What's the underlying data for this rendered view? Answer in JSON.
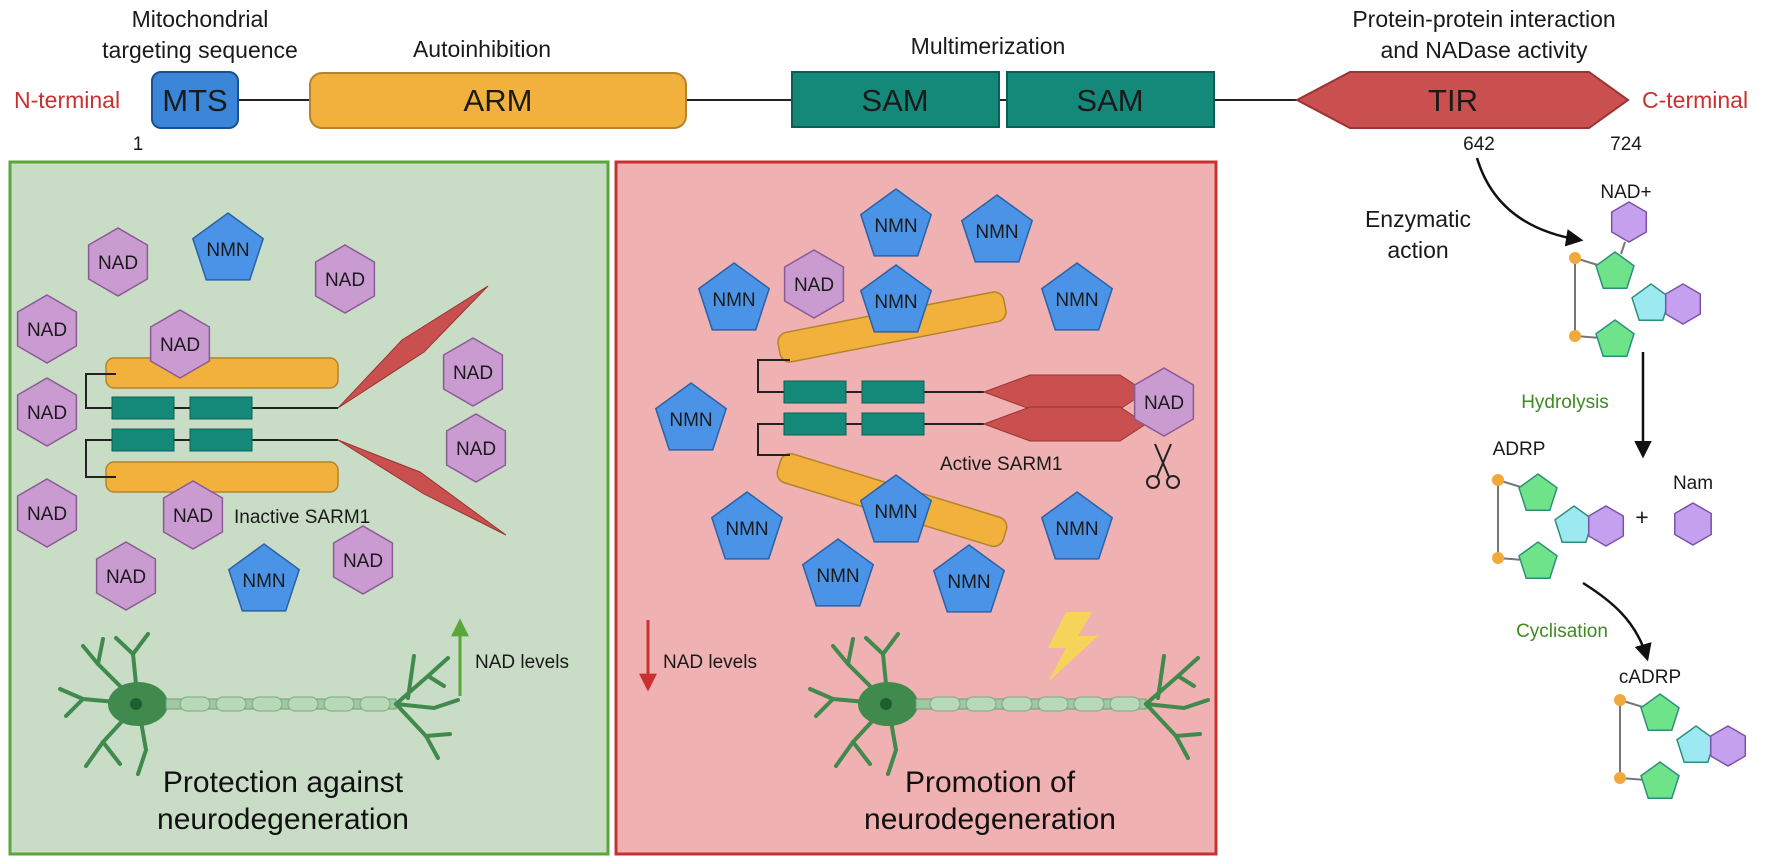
{
  "header": {
    "mts_desc_line1": "Mitochondrial",
    "mts_desc_line2": "targeting sequence",
    "arm_desc": "Autoinhibition",
    "sam_desc": "Multimerization",
    "tir_desc_line1": "Protein-protein interaction",
    "tir_desc_line2": "and NADase activity"
  },
  "domains": {
    "n_terminal": "N-terminal",
    "c_terminal": "C-terminal",
    "mts": "MTS",
    "arm": "ARM",
    "sam1": "SAM",
    "sam2": "SAM",
    "tir": "TIR",
    "pos_start": "1",
    "pos_tir_start": "642",
    "pos_end": "724"
  },
  "colors": {
    "mts": "#3b86d8",
    "arm": "#f2b13d",
    "sam": "#14897a",
    "tir": "#c9504f",
    "nad": "#c99bd1",
    "nmn": "#4a93e6",
    "green_panel": "#c9ddc6",
    "red_panel": "#efb1b1",
    "neuron": "#3f8a4c"
  },
  "left_panel": {
    "molecule_nad": "NAD",
    "molecule_nmn": "NMN",
    "state_label": "Inactive SARM1",
    "nad_levels": "NAD levels",
    "outcome_line1": "Protection against",
    "outcome_line2": "neurodegeneration"
  },
  "right_panel": {
    "molecule_nad": "NAD",
    "molecule_nmn": "NMN",
    "state_label": "Active SARM1",
    "nad_levels": "NAD levels",
    "outcome_line1": "Promotion of",
    "outcome_line2": "neurodegeneration"
  },
  "reaction": {
    "enzymatic_line1": "Enzymatic",
    "enzymatic_line2": "action",
    "nad_plus": "NAD+",
    "hydrolysis": "Hydrolysis",
    "adrp": "ADRP",
    "plus": "+",
    "nam": "Nam",
    "cyclisation": "Cyclisation",
    "cadrp": "cADRP"
  }
}
